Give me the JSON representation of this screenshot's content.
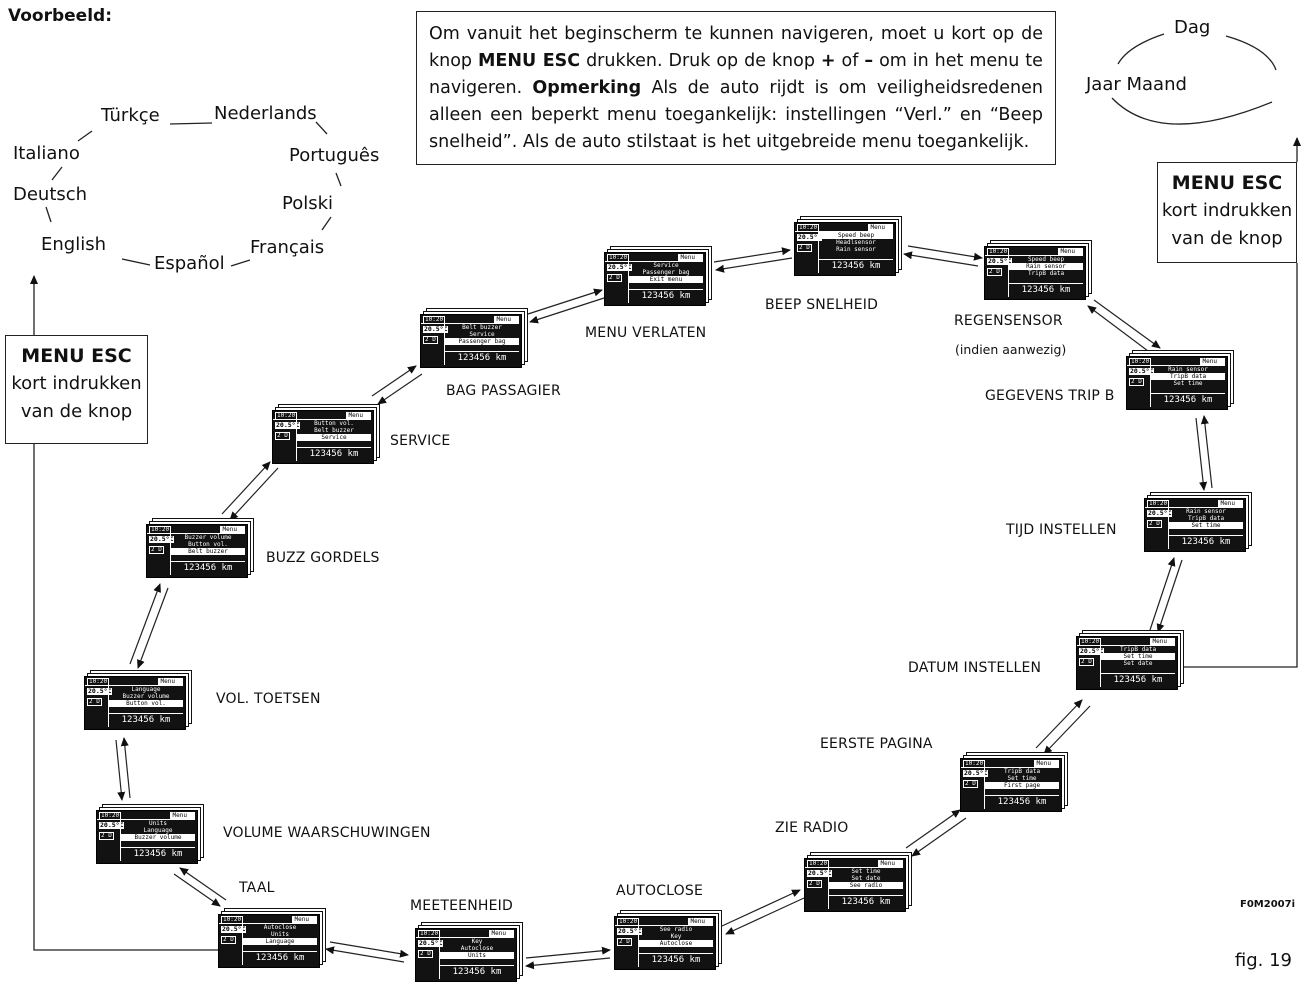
{
  "title": "Voorbeeld:",
  "languages": [
    "Türkçe",
    "Nederlands",
    "Italiano",
    "Português",
    "Deutsch",
    "Polski",
    "English",
    "Español",
    "Français"
  ],
  "info": {
    "p1": "Om vanuit het beginscherm te kunnen navigeren, moet u kort op de knop",
    "menu_esc": "MENU ESC",
    "p2": "drukken. Druk op de knop",
    "plus": "+",
    "p3": "of",
    "minus": "–",
    "p4": "om in het menu te navigeren.",
    "opm": "Opmerking",
    "p5": "Als de auto rijdt is om veiligheidsredenen alleen een beperkt menu toegankelijk: instellingen “Verl.” en “Beep snelheid”. Als de auto stilstaat is het uitgebreide menu toegankelijk."
  },
  "date_cycle": {
    "dag": "Dag",
    "jaar_maand": "Jaar Maand"
  },
  "esc_left": {
    "h": "MENU ESC",
    "l1": "kort indrukken",
    "l2": "van de knop"
  },
  "esc_right": {
    "h": "MENU ESC",
    "l1": "kort indrukken",
    "l2": "van de knop"
  },
  "screens": [
    {
      "label": "TAAL",
      "lines": [
        "Autoclose",
        "Units",
        "Language"
      ],
      "sel": 2
    },
    {
      "label": "MEETEENHEID",
      "lines": [
        "Key",
        "Autoclose",
        "Units"
      ],
      "sel": 2
    },
    {
      "label": "AUTOCLOSE",
      "lines": [
        "See radio",
        "Key",
        "Autoclose"
      ],
      "sel": 2
    },
    {
      "label": "ZIE RADIO",
      "lines": [
        "Set time",
        "Set date",
        "See radio"
      ],
      "sel": 2
    },
    {
      "label": "EERSTE PAGINA",
      "lines": [
        "TripB data",
        "Set time",
        "First page"
      ],
      "sel": 2
    },
    {
      "label": "DATUM INSTELLEN",
      "lines": [
        "TripB data",
        "Set time",
        "Set date"
      ],
      "sel": 1
    },
    {
      "label": "TIJD INSTELLEN",
      "lines": [
        "Rain sensor",
        "TripB data",
        "Set time"
      ],
      "sel": 2
    },
    {
      "label": "GEGEVENS TRIP B",
      "lines": [
        "Rain sensor",
        "TripB data",
        "Set time"
      ],
      "sel": 1
    },
    {
      "label": "REGENSENSOR",
      "lines": [
        "Speed beep",
        "Rain sensor",
        "TripB data"
      ],
      "sel": 1
    },
    {
      "label": "BEEP SNELHEID",
      "lines": [
        "Speed beep",
        "Headlsensor",
        "Rain sensor"
      ],
      "sel": 0
    },
    {
      "label": "MENU VERLATEN",
      "lines": [
        "Service",
        "Passenger bag",
        "Exit menu"
      ],
      "sel": 2
    },
    {
      "label": "BAG PASSAGIER",
      "lines": [
        "Belt buzzer",
        "Service",
        "Passenger bag"
      ],
      "sel": 2
    },
    {
      "label": "SERVICE",
      "lines": [
        "Button vol.",
        "Belt buzzer",
        "Service"
      ],
      "sel": 2
    },
    {
      "label": "BUZZ GORDELS",
      "lines": [
        "Buzzer volume",
        "Button vol.",
        "Belt buzzer"
      ],
      "sel": 2
    },
    {
      "label": "VOL. TOETSEN",
      "lines": [
        "Language",
        "Buzzer volume",
        "Button vol."
      ],
      "sel": 2
    },
    {
      "label": "VOLUME WAARSCHUWINGEN",
      "lines": [
        "Units",
        "Language",
        "Buzzer volume"
      ],
      "sel": 2
    }
  ],
  "regensensor_note": "(indien aanwezig)",
  "screen_common": {
    "time": "10:20",
    "temp": "20.5°C",
    "gear": "2 D",
    "menu": "Menu",
    "km": "123456 km"
  },
  "figure_code": "F0M2007i",
  "figure": "fig. 19"
}
